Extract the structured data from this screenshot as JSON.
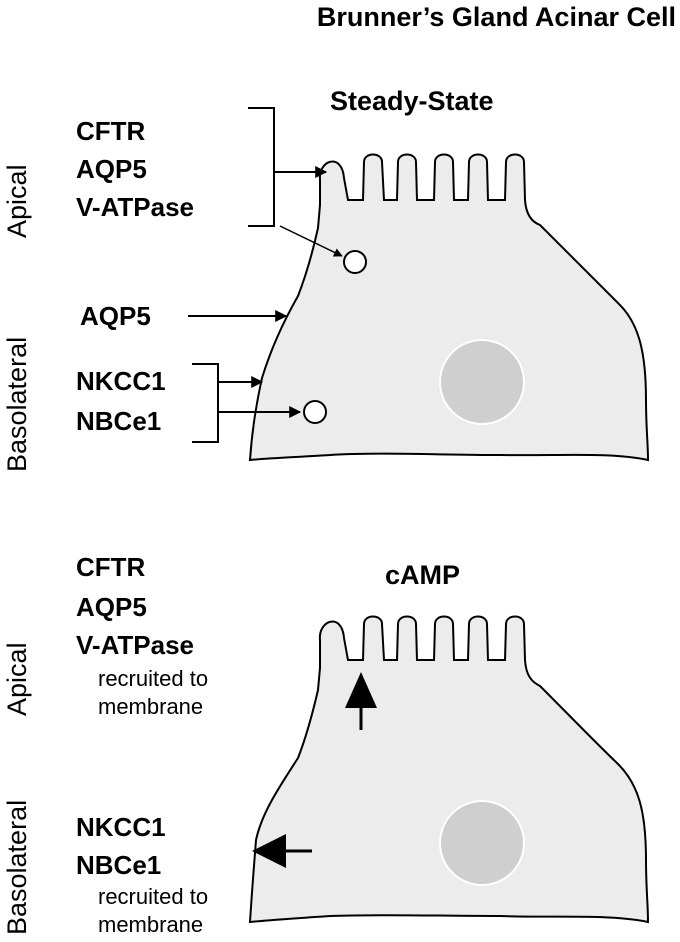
{
  "title": "Brunner’s Gland Acinar Cell",
  "steady_state": {
    "title": "Steady-State",
    "apical_label": "Apical",
    "basolateral_label": "Basolateral",
    "apical_proteins": [
      "CFTR",
      "AQP5",
      "V-ATPase"
    ],
    "basolateral_single": "AQP5",
    "basolateral_proteins": [
      "NKCC1",
      "NBCe1"
    ]
  },
  "camp": {
    "title": "cAMP",
    "apical_label": "Apical",
    "basolateral_label": "Basolateral",
    "apical_proteins": [
      "CFTR",
      "AQP5",
      "V-ATPase"
    ],
    "apical_note": [
      "recruited to",
      "membrane"
    ],
    "basolateral_proteins": [
      "NKCC1",
      "NBCe1"
    ],
    "basolateral_note": [
      "recruited to",
      "membrane"
    ]
  },
  "colors": {
    "cell_fill": "#ececec",
    "nucleus_fill": "#cfcfcf",
    "outline": "#000000"
  }
}
